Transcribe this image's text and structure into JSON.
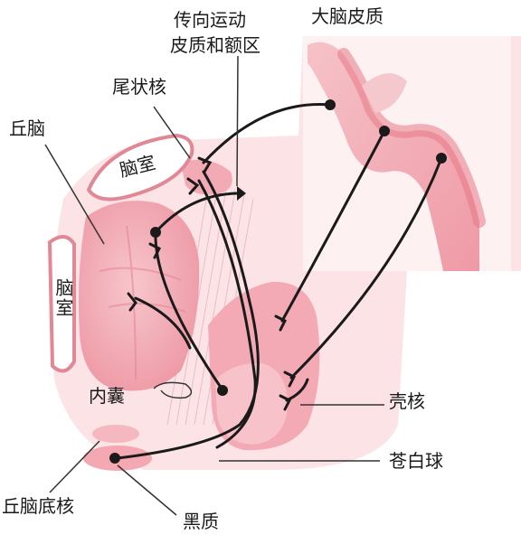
{
  "labels": {
    "motor_cortex_line1": "传向运动",
    "motor_cortex_line2": "皮质和额区",
    "cerebral_cortex": "大脑皮质",
    "caudate": "尾状核",
    "thalamus": "丘脑",
    "ventricle_top": "脑室",
    "ventricle_left": "脑室",
    "internal_capsule": "内囊",
    "putamen": "壳核",
    "globus_pallidus": "苍白球",
    "subthalamic_nucleus": "丘脑底核",
    "substantia_nigra": "黑质"
  },
  "colors": {
    "tissue_light": "#f8d4d8",
    "tissue_mid": "#f0a4ae",
    "tissue_dark": "#e87886",
    "tissue_white": "#ffffff",
    "pathway": "#1a1a1a",
    "ventricle_fill": "#ffffff",
    "ventricle_edge": "#e08896"
  }
}
